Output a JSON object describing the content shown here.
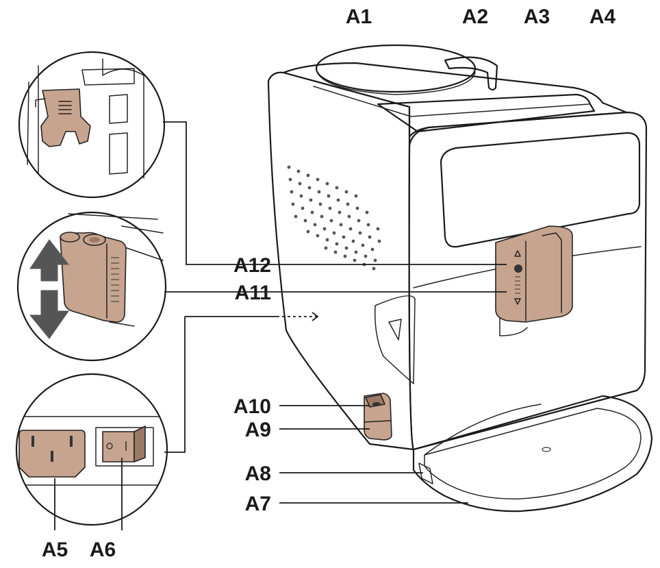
{
  "callouts": {
    "a1": "A1",
    "a2": "A2",
    "a3": "A3",
    "a4": "A4",
    "a5": "A5",
    "a6": "A6",
    "a7": "A7",
    "a8": "A8",
    "a9": "A9",
    "a10": "A10",
    "a11": "A11",
    "a12": "A12"
  },
  "colors": {
    "line": "#1a1a1a",
    "accent": "#c7a48f",
    "accent_dark": "#9c7a66",
    "background": "#ffffff"
  },
  "icons": {
    "up_down_arrow": "double-arrow-vertical",
    "power_socket": "power-socket",
    "power_switch": "rocker-switch"
  }
}
